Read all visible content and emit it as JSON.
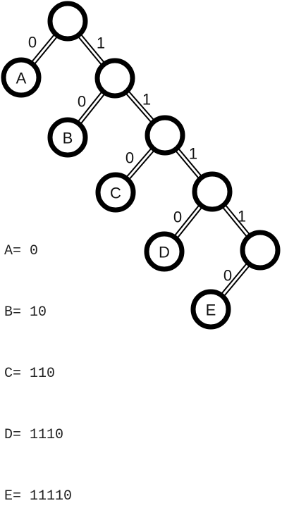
{
  "tree": {
    "nodes": [
      {
        "id": "n0",
        "label": ""
      },
      {
        "id": "A",
        "label": "A"
      },
      {
        "id": "n1",
        "label": ""
      },
      {
        "id": "B",
        "label": "B"
      },
      {
        "id": "n2",
        "label": ""
      },
      {
        "id": "C",
        "label": "C"
      },
      {
        "id": "n3",
        "label": ""
      },
      {
        "id": "D",
        "label": "D"
      },
      {
        "id": "n4",
        "label": ""
      },
      {
        "id": "E",
        "label": "E"
      }
    ],
    "edges": [
      {
        "from": "n0",
        "to": "A",
        "label": "0"
      },
      {
        "from": "n0",
        "to": "n1",
        "label": "1"
      },
      {
        "from": "n1",
        "to": "B",
        "label": "0"
      },
      {
        "from": "n1",
        "to": "n2",
        "label": "1"
      },
      {
        "from": "n2",
        "to": "C",
        "label": "0"
      },
      {
        "from": "n2",
        "to": "n3",
        "label": "1"
      },
      {
        "from": "n3",
        "to": "D",
        "label": "0"
      },
      {
        "from": "n3",
        "to": "n4",
        "label": "1"
      },
      {
        "from": "n4",
        "to": "E",
        "label": "0"
      }
    ]
  },
  "codes": [
    "A= 0",
    "B= 10",
    "C= 110",
    "D= 1110",
    "E= 11110"
  ]
}
